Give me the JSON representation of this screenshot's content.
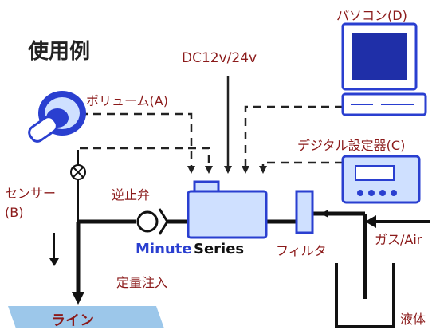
{
  "title": "使用例",
  "labels": {
    "pc": "パソコン(D)",
    "power": "DC12v/24v",
    "volume": "ボリューム(A)",
    "digital_setter": "デジタル設定器(C)",
    "sensor_line1": "センサー",
    "sensor_line2": "(B)",
    "check_valve": "逆止弁",
    "brand_minute": "Minute",
    "brand_series": "Series",
    "filter": "フィルタ",
    "gas": "ガス/Air",
    "dosing": "定量注入",
    "line": "ライン",
    "liquid": "液体"
  },
  "colors": {
    "label_text": "#8b1a1a",
    "title_text": "#222222",
    "component_blue": "#2a3fd0",
    "component_fill": "#cfe0ff",
    "line_fill": "#9cc7ea",
    "pc_screen": "#1f2fa8"
  }
}
